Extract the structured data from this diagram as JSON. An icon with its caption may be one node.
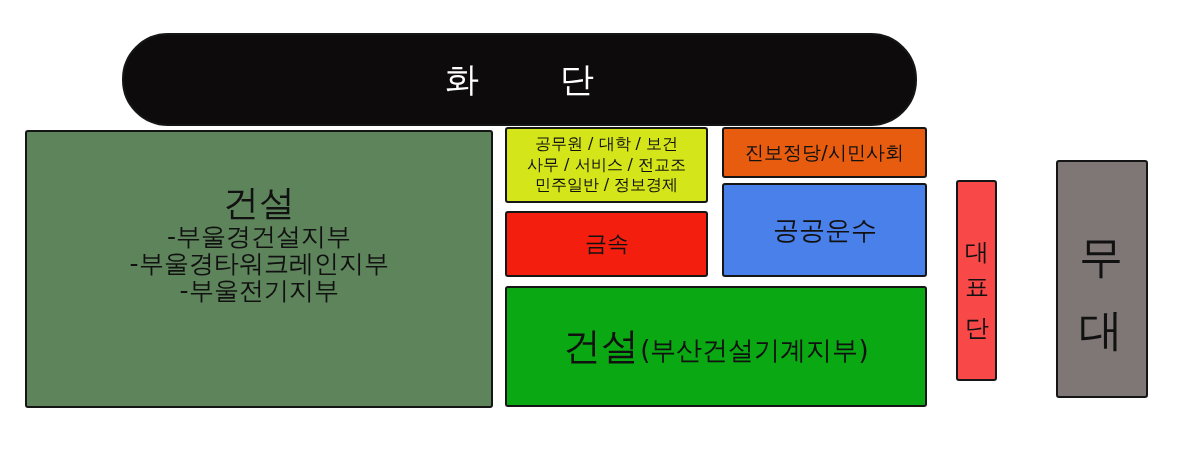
{
  "diagram": {
    "nodes": [
      {
        "text": [
          "화 단"
        ]
      },
      {
        "text": [
          "건설",
          "-부울경건설지부",
          "-부울경타워크레인지부",
          "-부울전기지부"
        ]
      },
      {
        "text": [
          "공무원 / 대학 / 보건 사무 / 서비스 / 전교조 민주일반 / 정보경제"
        ]
      },
      {
        "text": [
          "진보정당/시민사회"
        ]
      },
      {
        "text": [
          "금속"
        ]
      },
      {
        "text": [
          "공공운수"
        ]
      },
      {
        "text": [
          "건설",
          "(부산건설기계지부)"
        ]
      },
      {
        "text": [
          "대표단"
        ]
      },
      {
        "text": [
          "무대"
        ]
      }
    ],
    "edges": []
  }
}
